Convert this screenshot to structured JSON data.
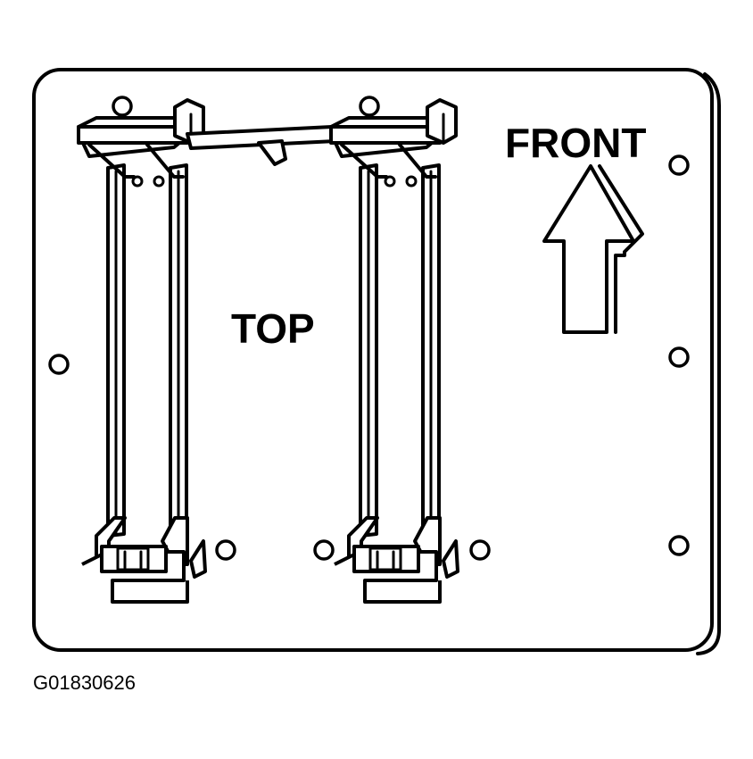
{
  "labels": {
    "front": "FRONT",
    "top": "TOP",
    "figure_id": "G01830626"
  }
}
